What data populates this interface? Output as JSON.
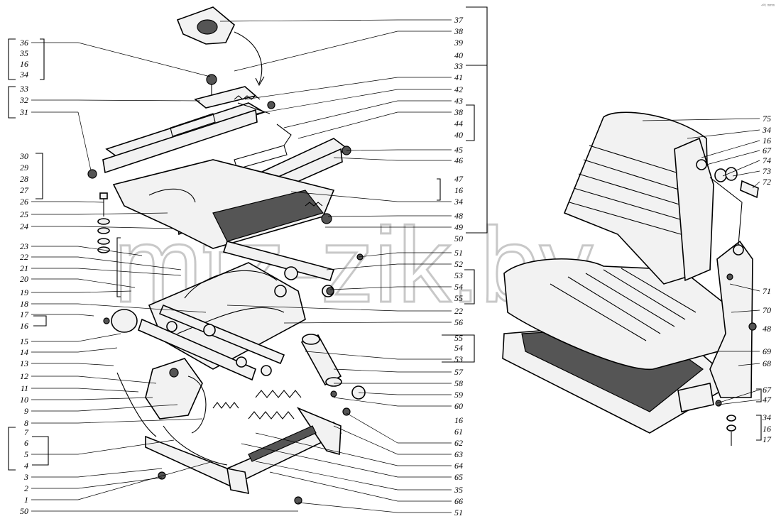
{
  "diagram": {
    "watermark": "mtz-zik.by",
    "corner_mark": "⁴⁰¹ ᵐᵐᵐ",
    "left_callouts": [
      "36",
      "35",
      "16",
      "34",
      "33",
      "32",
      "31",
      "30",
      "29",
      "28",
      "27",
      "26",
      "25",
      "24",
      "23",
      "22",
      "21",
      "20",
      "19",
      "18",
      "17",
      "16",
      "15",
      "14",
      "13",
      "12",
      "11",
      "10",
      "9",
      "8",
      "7",
      "6",
      "5",
      "4",
      "3",
      "2",
      "1",
      "50"
    ],
    "mid_callouts": [
      "37",
      "38",
      "39",
      "40",
      "33",
      "41",
      "42",
      "43",
      "38",
      "44",
      "40",
      "45",
      "46",
      "47",
      "16",
      "34",
      "48",
      "49",
      "50",
      "51",
      "52",
      "53",
      "54",
      "55",
      "22",
      "56",
      "55",
      "54",
      "53",
      "57",
      "58",
      "59",
      "60",
      "16",
      "61",
      "62",
      "63",
      "64",
      "65",
      "35",
      "66",
      "51"
    ],
    "right_callouts": [
      "75",
      "34",
      "16",
      "67",
      "74",
      "73",
      "72",
      "71",
      "70",
      "48",
      "69",
      "68",
      "67",
      "47",
      "34",
      "16",
      "17"
    ]
  }
}
